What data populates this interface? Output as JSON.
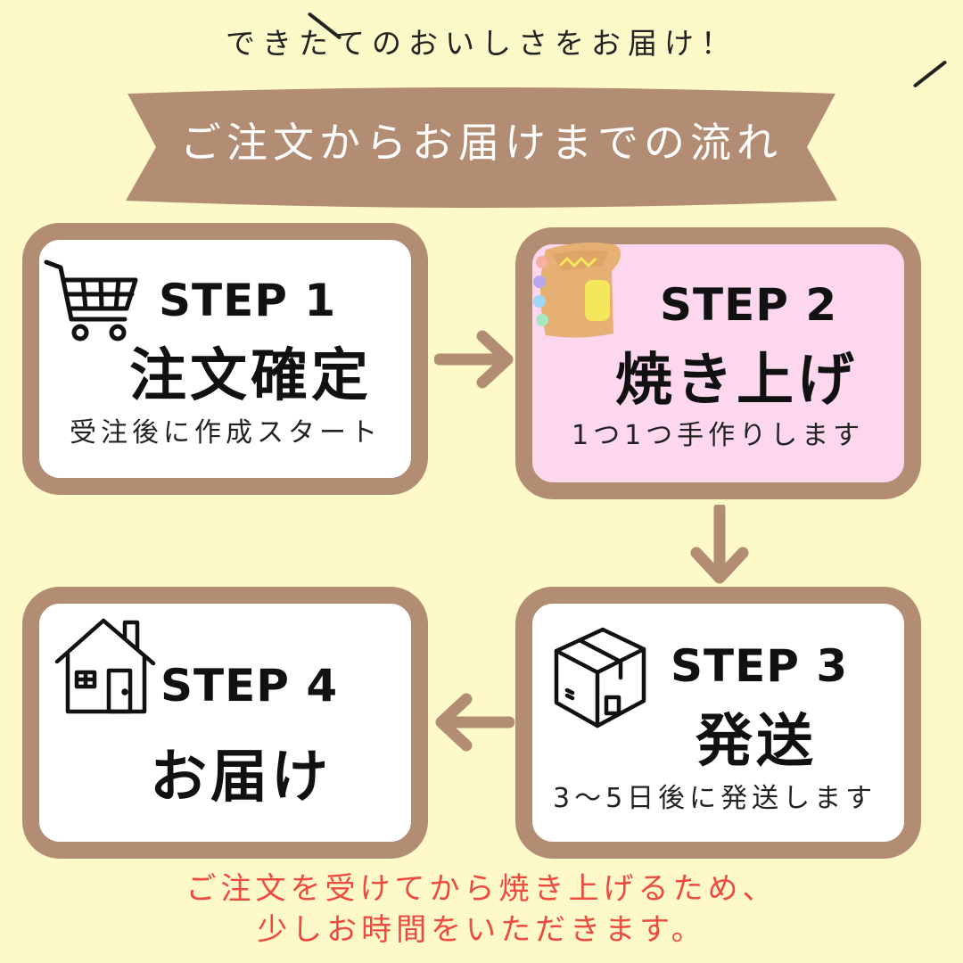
{
  "header": {
    "tagline": "できたてのおいしさをお届け！",
    "title": "ご注文からお届けまでの流れ"
  },
  "steps": [
    {
      "label": "STEP 1",
      "name": "注文確定",
      "desc": "受注後に作成スタート",
      "icon": "shopping-cart-icon"
    },
    {
      "label": "STEP 2",
      "name": "焼き上げ",
      "desc": "1つ1つ手作りします",
      "icon": "cookie-icon"
    },
    {
      "label": "STEP 3",
      "name": "発送",
      "desc": "3〜5日後に発送します",
      "icon": "box-icon"
    },
    {
      "label": "STEP 4",
      "name": "お届け",
      "desc": "",
      "icon": "house-icon"
    }
  ],
  "note": {
    "line1": "ご注文を受けてから焼き上げるため、",
    "line2": "少しお時間をいただきます。"
  },
  "colors": {
    "background": "#fdf9c8",
    "brown": "#b38c74",
    "pink": "#fdd7ee",
    "note_red": "#ee4a40"
  }
}
